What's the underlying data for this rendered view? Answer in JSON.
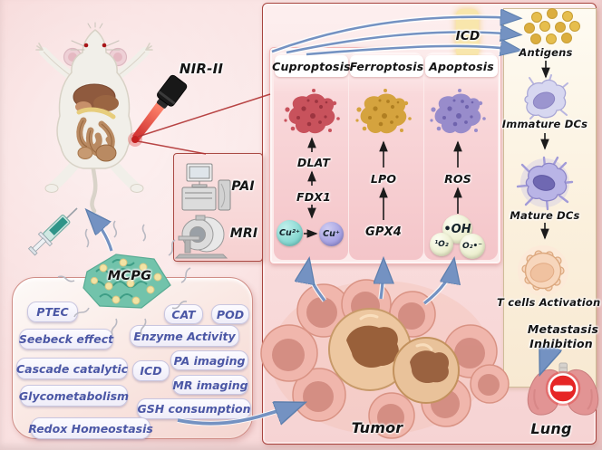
{
  "device_labels": {
    "nir": "NIR-II",
    "pai": "PAI",
    "mri": "MRI"
  },
  "nanoparticle": {
    "name": "MCPG"
  },
  "capability_pills": [
    {
      "label": "PTEC"
    },
    {
      "label": "CAT"
    },
    {
      "label": "POD"
    },
    {
      "label": "Seebeck effect"
    },
    {
      "label": "Enzyme Activity"
    },
    {
      "label": "Cascade catalytic"
    },
    {
      "label": "ICD"
    },
    {
      "label": "PA imaging"
    },
    {
      "label": "Glycometabolism"
    },
    {
      "label": "MR imaging"
    },
    {
      "label": "GSH consumption"
    },
    {
      "label": "Redox Homeostasis"
    }
  ],
  "pathway_panel": {
    "columns": [
      {
        "title": "Cuproptosis",
        "labels": {
          "step1": "DLAT",
          "step2": "FDX1",
          "ion1": "Cu²⁺",
          "ion2": "Cu⁺"
        }
      },
      {
        "title": "Ferroptosis",
        "labels": {
          "step1": "LPO",
          "step2": "GPX4"
        }
      },
      {
        "title": "Apoptosis",
        "labels": {
          "step1": "ROS",
          "step2": "•OH",
          "ros1": "¹O₂",
          "ros2": "O₂•⁻"
        }
      }
    ]
  },
  "immune_panel": {
    "icd_tag": "ICD",
    "stages": [
      {
        "label": "Antigens"
      },
      {
        "label": "Immature DCs"
      },
      {
        "label": "Mature DCs"
      },
      {
        "label": "T cells Activation"
      }
    ],
    "metastasis_line1": "Metastasis",
    "metastasis_line2": "Inhibition",
    "lung_label": "Lung"
  },
  "tumor_label": "Tumor"
}
